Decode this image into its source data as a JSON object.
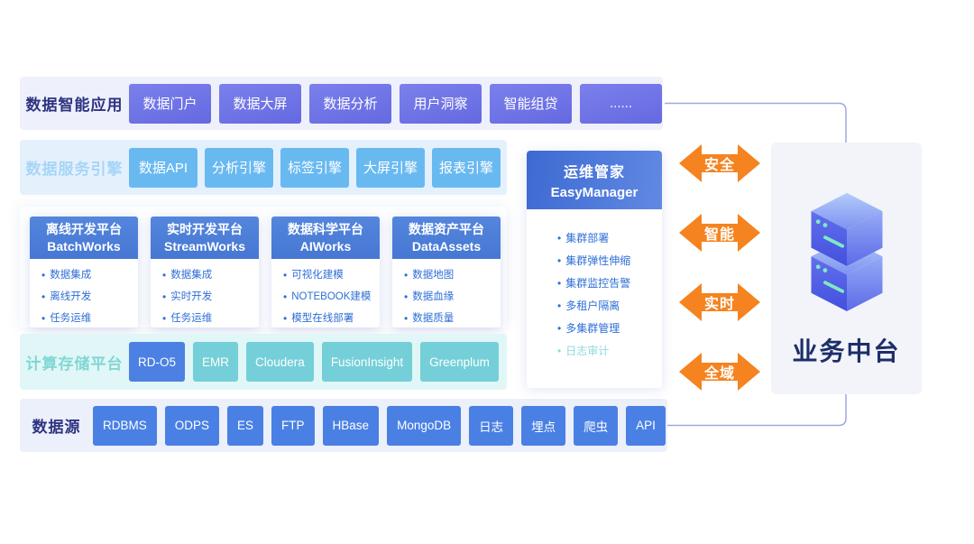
{
  "rows": {
    "apps": {
      "label": "数据智能应用",
      "items": [
        "数据门户",
        "数据大屏",
        "数据分析",
        "用户洞察",
        "智能组贷",
        "......"
      ]
    },
    "services": {
      "label": "数据服务引擎",
      "items": [
        "数据API",
        "分析引擎",
        "标签引擎",
        "大屏引擎",
        "报表引擎"
      ]
    },
    "platforms": {
      "cards": [
        {
          "title_cn": "离线开发平台",
          "title_en": "BatchWorks",
          "bullets": [
            "数据集成",
            "离线开发",
            "任务运维"
          ]
        },
        {
          "title_cn": "实时开发平台",
          "title_en": "StreamWorks",
          "bullets": [
            "数据集成",
            "实时开发",
            "任务运维"
          ]
        },
        {
          "title_cn": "数据科学平台",
          "title_en": "AIWorks",
          "bullets": [
            "可视化建模",
            "NOTEBOOK建模",
            "模型在线部署"
          ]
        },
        {
          "title_cn": "数据资产平台",
          "title_en": "DataAssets",
          "bullets": [
            "数据地图",
            "数据血缘",
            "数据质量"
          ]
        }
      ]
    },
    "compute": {
      "label": "计算存储平台",
      "items": [
        {
          "label": "RD-O5",
          "variant": "blue"
        },
        {
          "label": "EMR",
          "variant": "teal"
        },
        {
          "label": "Cloudera",
          "variant": "teal"
        },
        {
          "label": "FusionInsight",
          "variant": "teal"
        },
        {
          "label": "Greenplum",
          "variant": "teal"
        }
      ]
    },
    "sources": {
      "label": "数据源",
      "items": [
        "RDBMS",
        "ODPS",
        "ES",
        "FTP",
        "HBase",
        "MongoDB",
        "日志",
        "埋点",
        "爬虫",
        "API"
      ]
    }
  },
  "easymanager": {
    "title_cn": "运维管家",
    "title_en": "EasyManager",
    "items": [
      {
        "label": "集群部署",
        "muted": false
      },
      {
        "label": "集群弹性伸缩",
        "muted": false
      },
      {
        "label": "集群监控告警",
        "muted": false
      },
      {
        "label": "多租户隔离",
        "muted": false
      },
      {
        "label": "多集群管理",
        "muted": false
      },
      {
        "label": "日志审计",
        "muted": true
      }
    ]
  },
  "arrows": [
    "安全",
    "智能",
    "实时",
    "全域"
  ],
  "business": {
    "label": "业务中台",
    "icon": "server-stack-icon"
  },
  "bullet_glyph": "•",
  "colors": {
    "app_block_gradient_start": "#7B80EC",
    "app_block_gradient_end": "#6569E0",
    "service_block": "#69B9F1",
    "platform_header": "#4C7FD7",
    "platform_text": "#2E6FD6",
    "compute_block_teal": "#74CFD8",
    "compute_block_blue": "#4C80E2",
    "source_block": "#4A80E3",
    "arrow_orange": "#F5831F",
    "label_navy": "#2E3380",
    "label_light_blue": "#A7D5F5",
    "label_teal": "#7FD8D5",
    "muted_item_teal": "#8FD9DC",
    "business_text_navy": "#1D2E69",
    "connector_line": "#9FA9DD"
  }
}
